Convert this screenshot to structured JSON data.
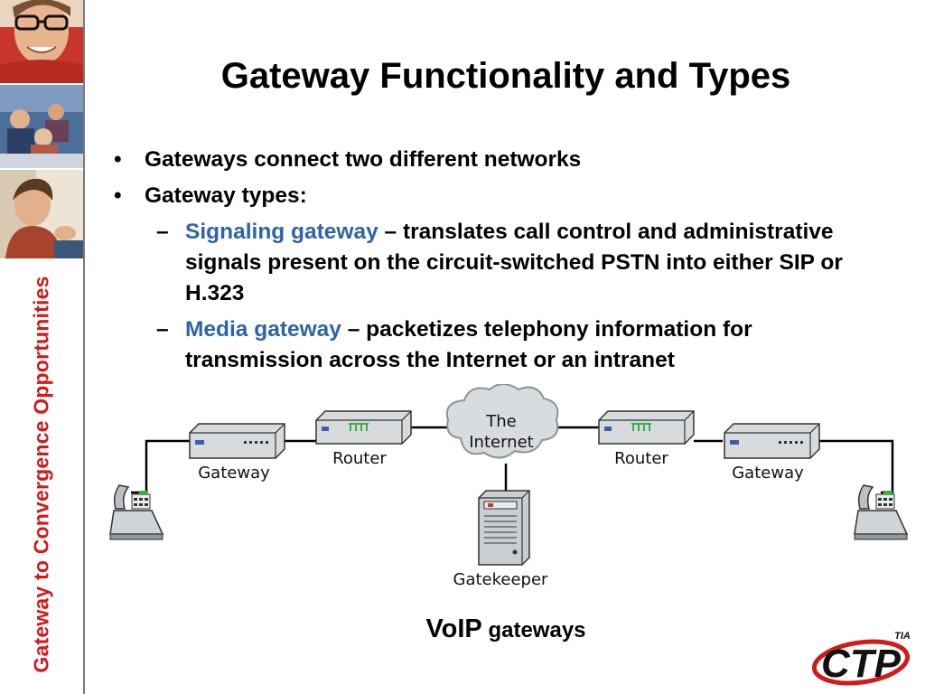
{
  "slide": {
    "title": "Gateway Functionality and Types",
    "sidebar_title": "Gateway to Convergence Opportunities",
    "bullets": [
      {
        "text": "Gateways connect two different networks"
      },
      {
        "text": "Gateway types:"
      }
    ],
    "sub_bullets": [
      {
        "term": "Signaling gateway",
        "text": " – translates call control and administrative signals present on the circuit-switched PSTN into either SIP or H.323"
      },
      {
        "term": "Media gateway",
        "text": " – packetizes telephony information for transmission across the Internet or an intranet"
      }
    ],
    "bullet_mark": "•",
    "dash_mark": "–"
  },
  "diagram": {
    "labels": {
      "gateway_left": "Gateway",
      "router_left": "Router",
      "cloud_line1": "The",
      "cloud_line2": "Internet",
      "router_right": "Router",
      "gateway_right": "Gateway",
      "gatekeeper": "Gatekeeper"
    }
  },
  "caption": {
    "main": "VoIP",
    "rest": " gateways"
  },
  "logo": {
    "text": "CTP",
    "superscript": "TIA"
  },
  "colors": {
    "accent_red": "#d21a1a",
    "term_blue": "#2f63a8"
  }
}
